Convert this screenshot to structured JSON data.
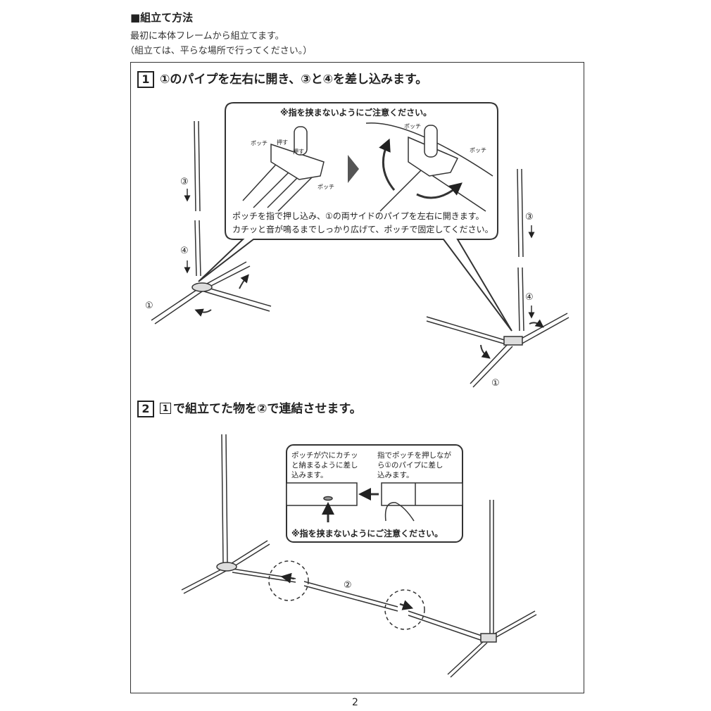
{
  "header": {
    "title": "■組立て方法",
    "intro_line1": "最初に本体フレームから組立てます。",
    "intro_line2": "（組立ては、平らな場所で行ってください。）"
  },
  "step1": {
    "number": "1",
    "heading": "①のパイプを左右に開き、③と④を差し込みます。",
    "callout": {
      "warning": "※指を挟まないようにご注意ください。",
      "label_potch": "ポッチ",
      "label_push": "押す",
      "instruction1": "ポッチを指で押し込み、①の両サイドのパイプを左右に開きます。",
      "instruction2": "カチッと音が鳴るまでしっかり広げて、ポッチで固定してください。"
    },
    "labels": {
      "p3": "③",
      "p4": "④",
      "p1": "①"
    }
  },
  "step2": {
    "number": "2",
    "ref": "1",
    "heading": "で組立てた物を②で連結させます。",
    "inset": {
      "left_text": [
        "ポッチが穴にカチッ",
        "と納まるように差し",
        "込みます。"
      ],
      "right_text": [
        "指でポッチを押しなが",
        "ら①のパイプに差し",
        "込みます。"
      ],
      "warning": "※指を挟まないようにご注意ください。"
    },
    "labels": {
      "p2": "②"
    }
  },
  "footer": {
    "page_number": "2"
  }
}
